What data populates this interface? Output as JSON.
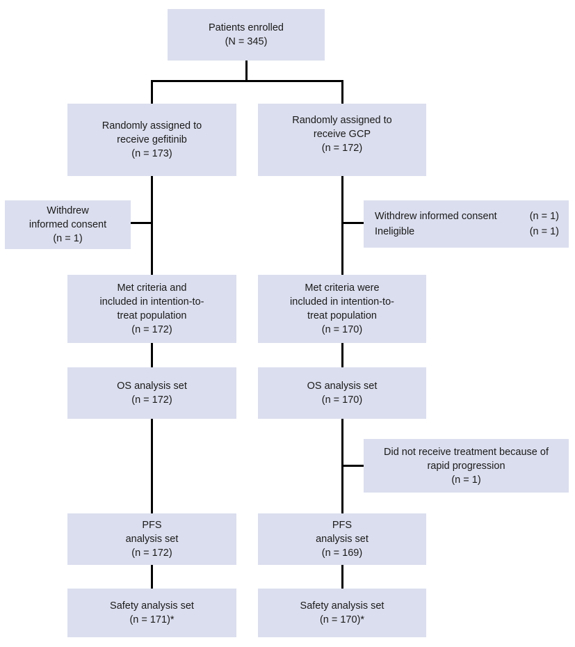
{
  "colors": {
    "box_fill": "#dbdeee",
    "connector": "#000000",
    "text": "#1a1a1a",
    "background": "#ffffff"
  },
  "flowchart": {
    "enrolled": {
      "lines": [
        "Patients enrolled",
        "(N = 345)"
      ]
    },
    "arm_gefitinib": {
      "lines": [
        "Randomly assigned to",
        "receive gefitinib",
        "(n = 173)"
      ]
    },
    "arm_gcp": {
      "lines": [
        "Randomly assigned to",
        "receive GCP",
        "(n = 172)"
      ]
    },
    "withdrew_left": {
      "lines": [
        "Withdrew",
        "informed consent",
        "(n = 1)"
      ]
    },
    "exclusions_right": {
      "rows": [
        {
          "label": "Withdrew informed consent",
          "value": "(n = 1)"
        },
        {
          "label": "Ineligible",
          "value": "(n = 1)"
        }
      ]
    },
    "itt_left": {
      "lines": [
        "Met criteria and",
        "included in intention-to-",
        "treat population",
        "(n = 172)"
      ]
    },
    "itt_right": {
      "lines": [
        "Met criteria were",
        "included in intention-to-",
        "treat population",
        "(n = 170)"
      ]
    },
    "os_left": {
      "lines": [
        "OS analysis set",
        "(n = 172)"
      ]
    },
    "os_right": {
      "lines": [
        "OS analysis set",
        "(n = 170)"
      ]
    },
    "no_treatment_right": {
      "lines": [
        "Did not receive treatment because of",
        "rapid progression",
        "(n = 1)"
      ]
    },
    "pfs_left": {
      "lines": [
        "PFS",
        "analysis set",
        "(n = 172)"
      ]
    },
    "pfs_right": {
      "lines": [
        "PFS",
        "analysis set",
        "(n = 169)"
      ]
    },
    "safety_left": {
      "lines": [
        "Safety analysis set",
        "(n = 171)*"
      ]
    },
    "safety_right": {
      "lines": [
        "Safety analysis set",
        "(n = 170)*"
      ]
    }
  }
}
